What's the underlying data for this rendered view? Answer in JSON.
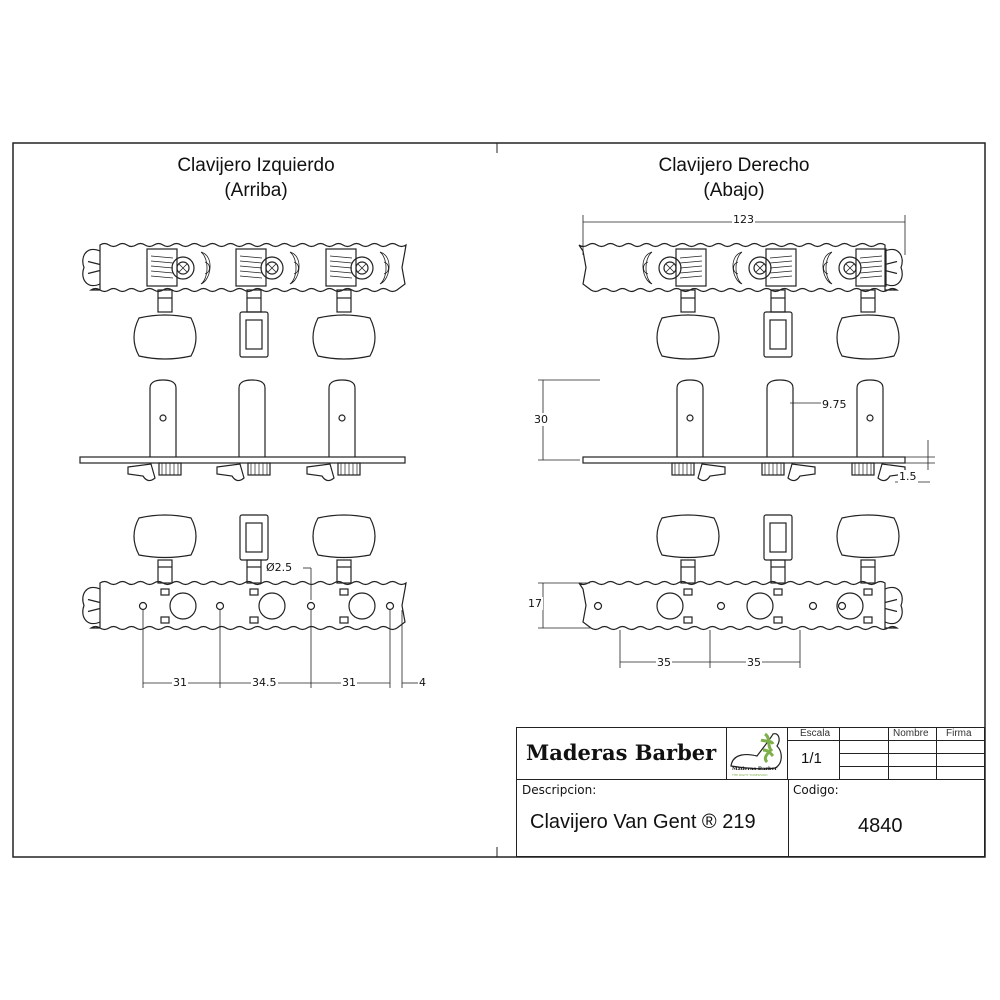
{
  "left_view": {
    "title": "Clavijero Izquierdo",
    "subtitle": "(Arriba)"
  },
  "right_view": {
    "title": "Clavijero Derecho",
    "subtitle": "(Abajo)"
  },
  "dimensions": {
    "overall_length": "123",
    "post_height": "30",
    "post_width": "9.75",
    "plate_thickness": "1.5",
    "plate_width": "17",
    "spacing_right_1": "35",
    "spacing_right_2": "35",
    "hole_diameter": "Ø2.5",
    "screw_spacing_1": "31",
    "screw_spacing_2": "34.5",
    "screw_spacing_3": "31",
    "end_offset": "4"
  },
  "title_block": {
    "company": "Maderas Barber",
    "logo_text": "Maderas Barber",
    "logo_tagline": "THE RIGHT TONEWOOD",
    "scale_label": "Escala",
    "scale_value": "1/1",
    "name_label": "Nombre",
    "signature_label": "Firma",
    "description_label": "Descripcion:",
    "description_value": "Clavijero Van Gent ® 219",
    "code_label": "Codigo:",
    "code_value": "4840"
  },
  "colors": {
    "line": "#222222",
    "logo_green": "#7db04a"
  }
}
